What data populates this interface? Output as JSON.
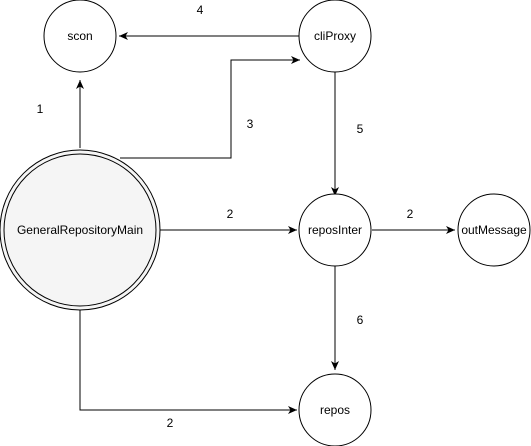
{
  "colors": {
    "stroke": "#000000",
    "node_fill": "#ffffff",
    "main_fill": "#f5f5f5",
    "background": "#ffffff"
  },
  "nodes": {
    "scon": "scon",
    "cliProxy": "cliProxy",
    "main": "GeneralRepositoryMain",
    "reposInter": "reposInter",
    "outMessage": "outMessage",
    "repos": "repos"
  },
  "edges": {
    "main_to_scon": "1",
    "main_to_reposInter": "2",
    "main_to_cliProxy": "3",
    "cliProxy_to_scon": "4",
    "cliProxy_to_reposInter": "5",
    "reposInter_to_repos": "6",
    "reposInter_to_outMessage": "2",
    "main_to_repos": "2"
  }
}
